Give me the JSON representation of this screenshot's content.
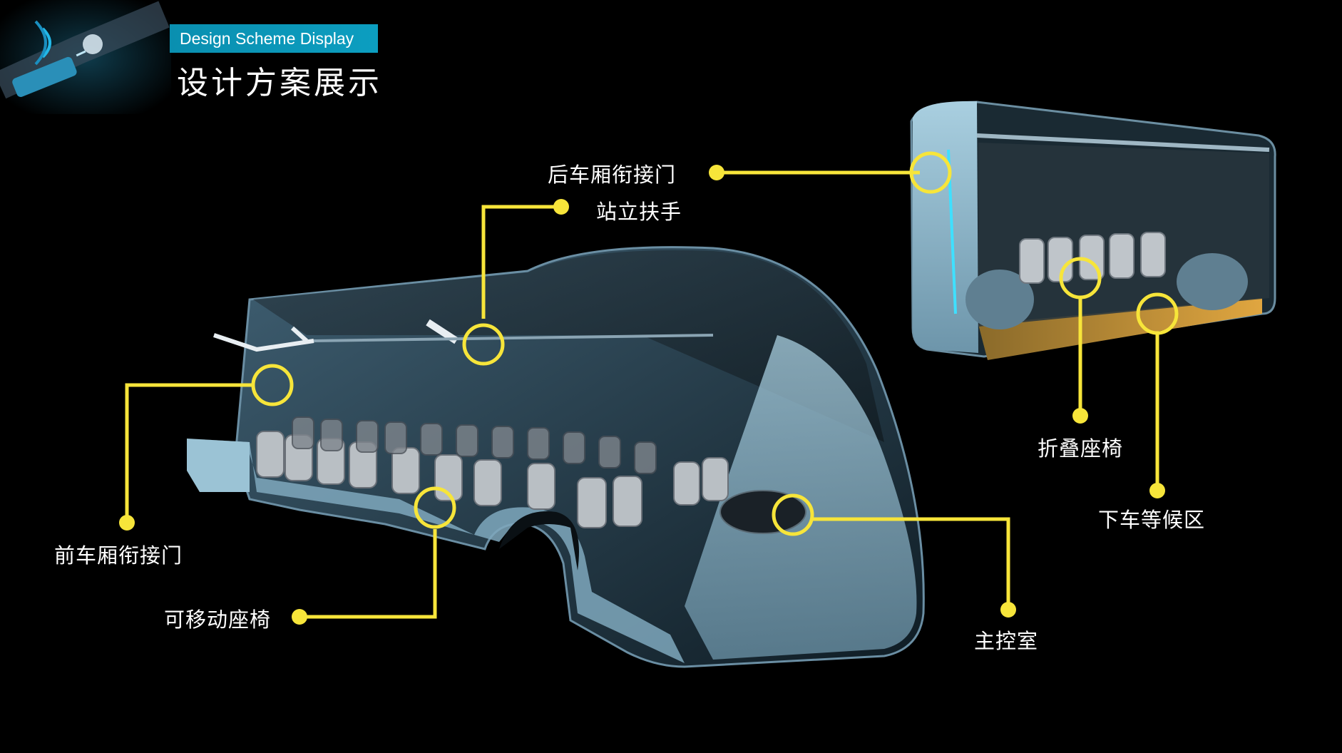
{
  "header": {
    "english_title": "Design Scheme Display",
    "chinese_title": "设计方案展示"
  },
  "callouts": {
    "rear_car_door": "后车厢衔接门",
    "standing_handrail": "站立扶手",
    "front_car_door": "前车厢衔接门",
    "movable_seat": "可移动座椅",
    "main_control_room": "主控室",
    "folding_seat": "折叠座椅",
    "alighting_waiting_area": "下车等候区"
  },
  "colors": {
    "background": "#000000",
    "accent_yellow": "#f7e53a",
    "tag_blue": "#0c9ec0",
    "text": "#ffffff"
  }
}
